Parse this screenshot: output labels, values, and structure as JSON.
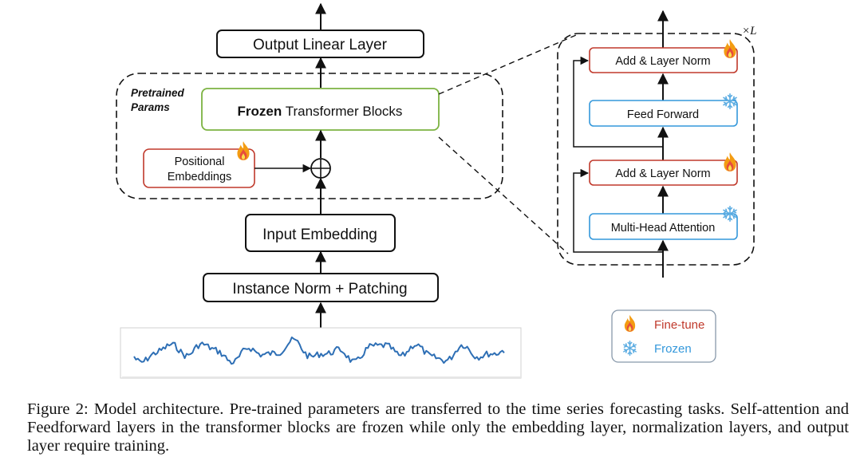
{
  "main": {
    "output_layer": "Output Linear Layer",
    "pretrained_label_line1": "Pretrained",
    "pretrained_label_line2": "Params",
    "frozen_bold": "Frozen",
    "frozen_rest": " Transformer Blocks",
    "positional_line1": "Positional",
    "positional_line2": "Embeddings",
    "input_embedding": "Input Embedding",
    "instance_norm": "Instance Norm + Patching"
  },
  "block": {
    "repeat": "×L",
    "add_norm_top": "Add & Layer Norm",
    "feed_forward": "Feed Forward",
    "add_norm_bottom": "Add & Layer Norm",
    "mha": "Multi-Head Attention"
  },
  "legend": {
    "finetune": "Fine-tune",
    "frozen": "Frozen"
  },
  "icons": {
    "finetune": "fire-icon",
    "frozen": "snowflake-icon"
  },
  "colors": {
    "finetune": "#c0392b",
    "frozen": "#3498db",
    "frozen_block": "#7cb342",
    "series": "#2e6fb5"
  },
  "caption": "Figure 2: Model architecture. Pre-trained parameters are transferred to the time series forecasting tasks. Self-attention and Feedforward layers in the transformer blocks are frozen while only the embedding layer, normalization layers, and output layer require training."
}
